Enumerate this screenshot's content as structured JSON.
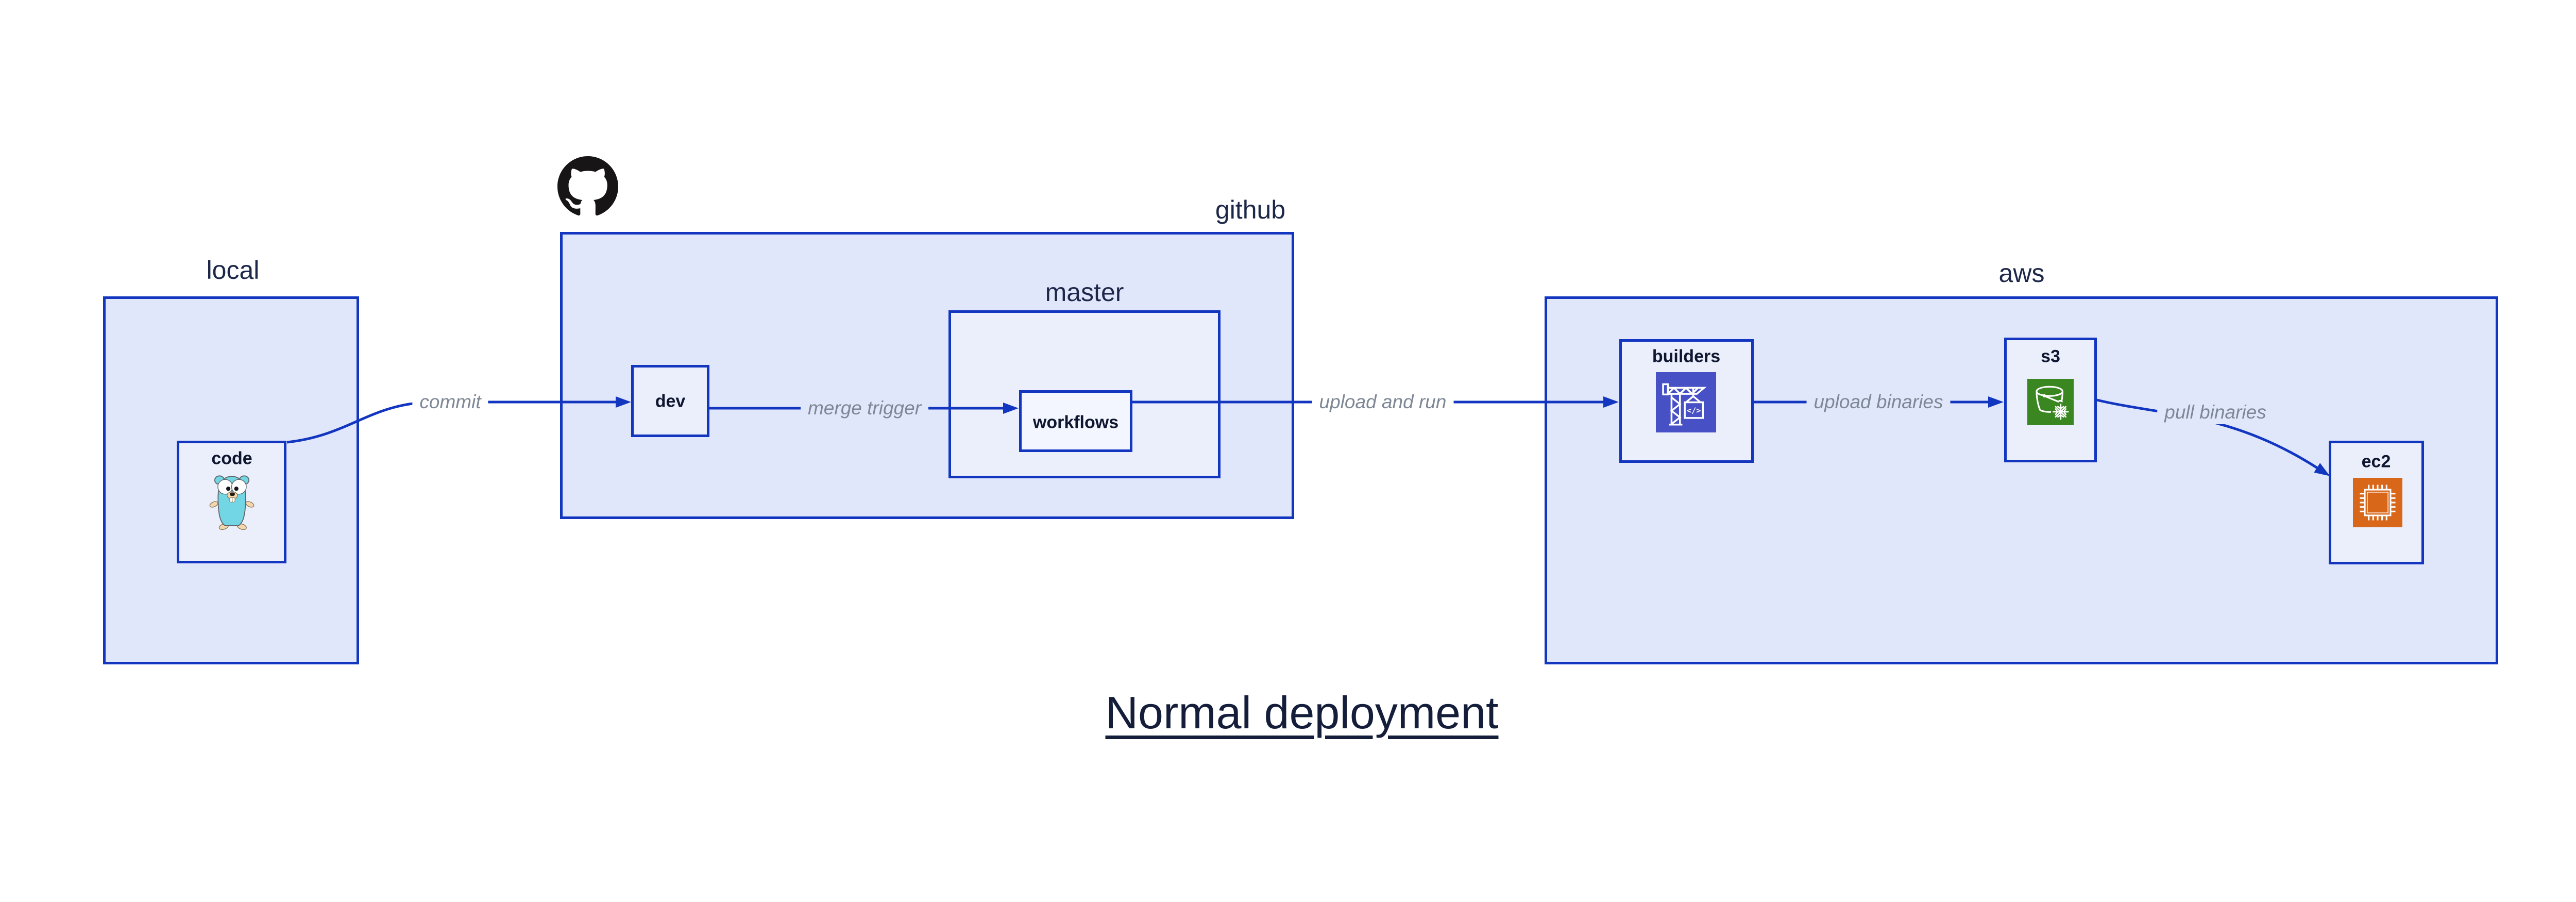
{
  "diagram_title": "Normal deployment",
  "containers": {
    "local": {
      "label": "local"
    },
    "github": {
      "label": "github"
    },
    "master": {
      "label": "master"
    },
    "aws": {
      "label": "aws"
    }
  },
  "nodes": {
    "code": {
      "label": "code",
      "icon": "go-gopher-icon"
    },
    "dev": {
      "label": "dev"
    },
    "workflows": {
      "label": "workflows"
    },
    "builders": {
      "label": "builders",
      "icon": "codebuild-crane-icon",
      "icon_glyph": "</>"
    },
    "s3": {
      "label": "s3",
      "icon": "s3-bucket-snowflake-icon"
    },
    "ec2": {
      "label": "ec2",
      "icon": "ec2-chip-icon"
    }
  },
  "edges": [
    {
      "from": "code",
      "to": "dev",
      "label": "commit"
    },
    {
      "from": "dev",
      "to": "workflows",
      "label": "merge trigger"
    },
    {
      "from": "workflows",
      "to": "builders",
      "label": "upload and run"
    },
    {
      "from": "builders",
      "to": "s3",
      "label": "upload binaries"
    },
    {
      "from": "s3",
      "to": "ec2",
      "label": "pull binaries"
    }
  ],
  "colors": {
    "edge_and_border_blue": "#1236c0",
    "container_fill": "#e1e7fa",
    "node_fill": "#ebeffc",
    "inner_node_fill": "#f3f6fe",
    "edge_label_gray": "#7e8796",
    "dark_text_navy": "#141d3a",
    "codebuild_purple": "#4750c4",
    "s3_green": "#3a8621",
    "ec2_orange": "#d8671a",
    "github_black": "#171515",
    "gopher_teal": "#72d6e4"
  }
}
